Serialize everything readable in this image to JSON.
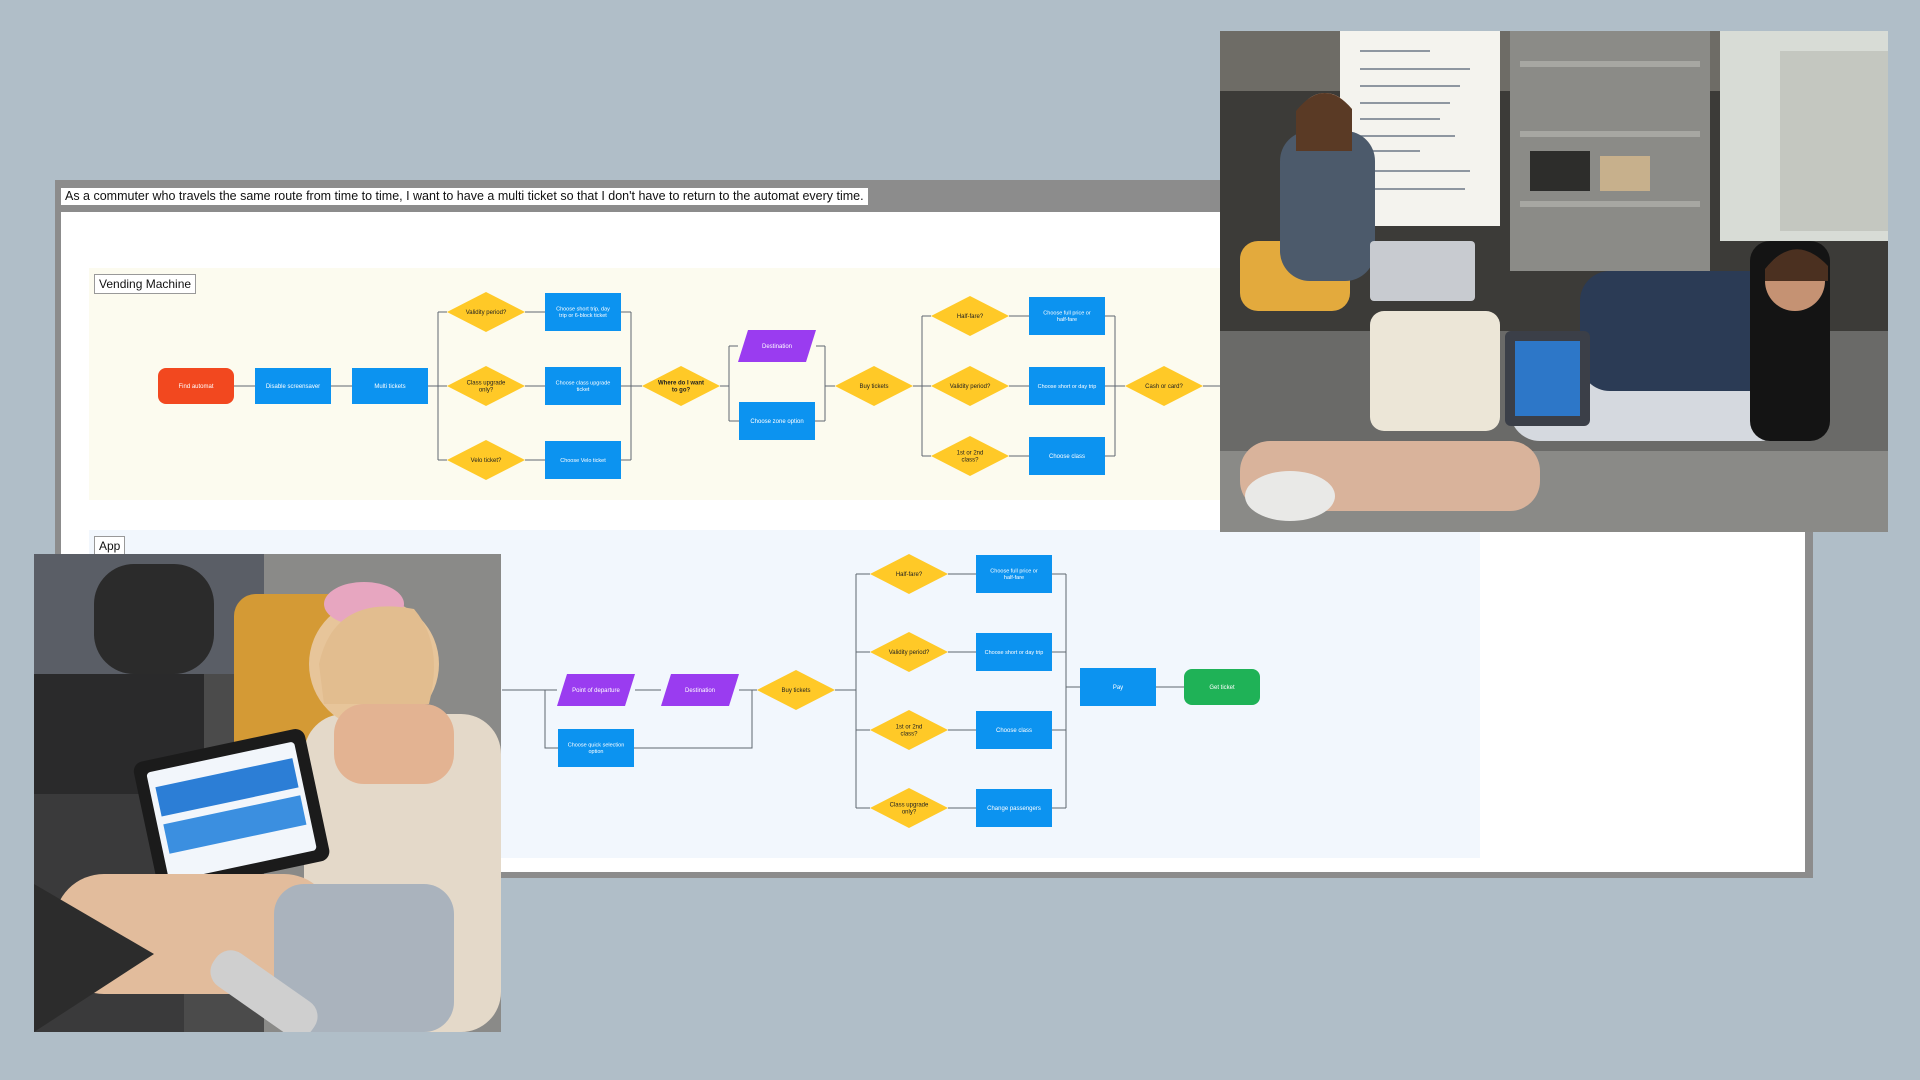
{
  "story": "As a commuter who travels the same route from time to time, I want to have a multi ticket so that I don't have to return to the automat every time.",
  "lanes": {
    "vending": "Vending Machine",
    "app": "App"
  },
  "colors": {
    "background": "#b0bec8",
    "process": "#0c93f0",
    "decision": "#ffc927",
    "io": "#9a3cf0",
    "start": "#f2481f",
    "end": "#1fb257"
  },
  "vending_nodes": {
    "find_automat": "Find automat",
    "disable_screensaver": "Disable screensaver",
    "multi_tickets": "Multi tickets",
    "validity_period": "Validity period?",
    "class_upgrade_only": "Class upgrade only?",
    "velo_ticket": "Velo ticket?",
    "choose_short_trip": "Choose short trip, day trip or 6-block ticket",
    "choose_class_upgrade": "Choose class upgrade ticket",
    "choose_velo": "Choose Velo ticket",
    "where_go": "Where do I want to go?",
    "destination": "Destination",
    "choose_zone": "Choose zone option",
    "buy_tickets": "Buy tickets",
    "half_fare": "Half-fare?",
    "validity_period_2": "Validity period?",
    "class_1st_2nd": "1st or 2nd class?",
    "choose_full_price": "Choose full price or half-fare",
    "choose_short_day": "Choose short or day trip",
    "choose_class": "Choose class",
    "cash_card": "Cash or card?"
  },
  "app_nodes": {
    "point_departure": "Point of departure",
    "destination": "Destination",
    "quick_selection": "Choose quick selection option",
    "buy_tickets": "Buy tickets",
    "half_fare": "Half-fare?",
    "validity_period": "Validity period?",
    "class_1st_2nd": "1st or 2nd class?",
    "class_upgrade_only": "Class upgrade only?",
    "choose_full_price": "Choose full price or half-fare",
    "choose_short_day": "Choose short or day trip",
    "choose_class": "Choose class",
    "change_passengers": "Change passengers",
    "pay": "Pay",
    "get_ticket": "Get ticket"
  }
}
